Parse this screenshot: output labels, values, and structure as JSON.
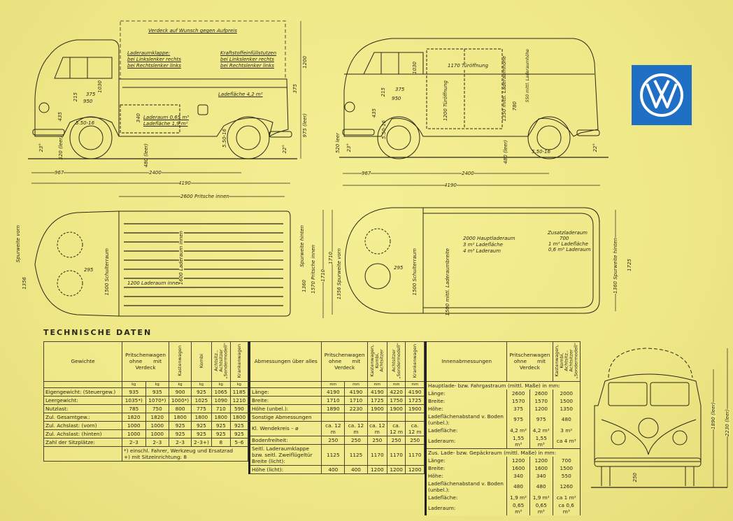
{
  "pickup_side": {
    "verdeck_note": "Verdeck auf Wunsch gegen Aufpreis",
    "laderaumklappe": [
      "Laderaumklappe:",
      "bei Linkslenker rechts",
      "bei Rechtslenker links"
    ],
    "kraftstoff": [
      "Kraftstoffeinfüllstutzen",
      "bei Linkslenker rechts",
      "bei Rechtslenker links"
    ],
    "ladeflaeche": "Ladefläche 4,2 m²",
    "laderaum_box": [
      "Laderaum 0,65 m³",
      "Ladefläche 1,9 m²"
    ],
    "dims": {
      "d340": "340",
      "d1030": "1030",
      "d375a": "375",
      "d950": "950",
      "d215": "215",
      "d435": "435",
      "d1200": "1200",
      "d375": "375",
      "d975": "975 (leer)",
      "d520": "520 (leer)",
      "d480": "480 (leer)",
      "tyre1": "5.50-16",
      "tyre2": "5.50-16",
      "a23": "23°",
      "a22": "22°",
      "d967": "967",
      "d2400": "2400",
      "d4190": "4190"
    }
  },
  "van_side": {
    "tuer_w": "1170 Türöffnung",
    "tuer_h": "1200 Türöffnung",
    "lade_h": "1350 mittl. Laderaumhöhe",
    "d550": "550 mittl. Laderaumhöhe",
    "d780": "780",
    "d375": "375",
    "d950": "950",
    "d215": "215",
    "d435": "435",
    "d1030": "1030",
    "d520": "520 leer",
    "d480": "480 (leer)",
    "tyre1": "5.50-16",
    "tyre2": "5.50-16",
    "a23": "23°",
    "a22": "22°",
    "d967": "967",
    "d2400": "2400",
    "d4190": "4190"
  },
  "pickup_top": {
    "pritsche": "2600 Pritsche innen",
    "spur_vorn": "Spurweite vorn",
    "d1356": "1356",
    "d295": "295",
    "schulter": "1500 Schulterraum",
    "laderaum_l": "1200 Laderaum innen",
    "laderaum_b": "1600 Laderaum innen",
    "spur_hinten": "Spurweite hinten",
    "d1360": "1360",
    "pritsche_b": "1570 Pritsche innen",
    "d1710": "1710"
  },
  "van_top": {
    "d1710": "1710",
    "spur_vorn": "1356 Spurweite vorn",
    "d295": "295",
    "schulter": "1500 Schulterraum",
    "lade_b": "1500 mittl. Laderaumbreite",
    "haupt": [
      "2000 Hauptladeraum",
      "3 m² Ladefläche",
      "4 m³ Laderaum"
    ],
    "zusatz": [
      "Zusatzladeraum",
      "700",
      "1 m² Ladefläche",
      "0,6 m³ Laderaum"
    ],
    "spur_hinten": "1360 Spurweite hinten",
    "d1725": "1725"
  },
  "front_view": {
    "d1890": "1890 (leer)",
    "d2230": "2230 (leer)",
    "d250": "250"
  },
  "logo": {
    "text": "VW",
    "color": "#1f6fc4"
  },
  "technische_daten": {
    "title": "TECHNISCHE DATEN",
    "gewichte": {
      "header": "Gewichte",
      "group": [
        "Pritschenwagen",
        "ohne",
        "mit",
        "Verdeck"
      ],
      "cols": [
        "Kastenwagen",
        "Kombi",
        "Achtsitz., Achtsitzer „Sondermodell“",
        "Krankenwagen"
      ],
      "unit": "kg",
      "rows": [
        {
          "label": "Eigengewicht: (Steuergew.)",
          "values": [
            "935",
            "935",
            "900",
            "925",
            "1065",
            "1185"
          ]
        },
        {
          "label": "Leergewicht:",
          "values": [
            "1035*)",
            "1070*)",
            "1000*)",
            "1025",
            "1090",
            "1210"
          ]
        },
        {
          "label": "Nutzlast:",
          "values": [
            "785",
            "750",
            "800",
            "775",
            "710",
            "590"
          ]
        },
        {
          "label": "Zul. Gesamtgew.:",
          "values": [
            "1820",
            "1820",
            "1800",
            "1800",
            "1800",
            "1800"
          ]
        },
        {
          "label": "Zul. Achslast: (vorn)",
          "values": [
            "1000",
            "1000",
            "925",
            "925",
            "925",
            "925"
          ]
        },
        {
          "label": "Zul. Achslast: (hinten)",
          "values": [
            "1000",
            "1000",
            "925",
            "925",
            "925",
            "925"
          ]
        },
        {
          "label": "Zahl der Sitzplätze:",
          "values": [
            "2–3",
            "2–3",
            "2–3",
            "2–3+)",
            "8",
            "5–6"
          ]
        }
      ],
      "footnotes": [
        "*) einschl. Fahrer, Werkzeug und Ersatzrad",
        "+) mit Sitzeinrichtung: 8"
      ]
    },
    "abmessungen": {
      "header": "Abmessungen über alles",
      "group": [
        "Pritschenwagen",
        "ohne",
        "mit",
        "Verdeck"
      ],
      "cols": [
        "Kastenwagen, Kombi, Achtsitzer",
        "Achtsitzer „Sondermodell“",
        "Krankenwagen"
      ],
      "unit": "mm",
      "rows": [
        {
          "label": "Länge:",
          "values": [
            "4190",
            "4190",
            "4190",
            "4220",
            "4190"
          ]
        },
        {
          "label": "Breite:",
          "values": [
            "1710",
            "1710",
            "1725",
            "1750",
            "1725"
          ]
        },
        {
          "label": "Höhe (unbel.):",
          "values": [
            "1890",
            "2230",
            "1900",
            "1900",
            "1900"
          ]
        },
        {
          "label": "Sonstige Abmessungen",
          "values": [
            "",
            "",
            "",
            "",
            ""
          ]
        },
        {
          "label": "Kl. Wendekreis – ø",
          "values": [
            "ca. 12 m",
            "ca. 12 m",
            "ca. 12 m",
            "ca. 12 m",
            "ca. 12 m"
          ]
        },
        {
          "label": "Bodenfreiheit:",
          "values": [
            "250",
            "250",
            "250",
            "250",
            "250"
          ]
        },
        {
          "label": "Seitl. Laderaumklappe bzw. seitl. Zweiflügeltür Breite (licht):",
          "values": [
            "1125",
            "1125",
            "1170",
            "1170",
            "1170"
          ]
        },
        {
          "label": "Höhe (licht):",
          "values": [
            "400",
            "400",
            "1200",
            "1200",
            "1200"
          ]
        }
      ]
    },
    "innen": {
      "header": "Innenabmessungen",
      "group": [
        "Pritschenwagen",
        "ohne",
        "mit",
        "Verdeck"
      ],
      "cols": [
        "Kastenwagen, Kombi, Achtsitz., Achtsitzer „Sondermodell“"
      ],
      "sections": [
        {
          "title": "Hauptlade- bzw. Fahrgastraum (mittl. Maße) in mm:",
          "rows": [
            {
              "label": "Länge:",
              "values": [
                "2600",
                "2600",
                "2000"
              ]
            },
            {
              "label": "Breite:",
              "values": [
                "1570",
                "1570",
                "1500"
              ]
            },
            {
              "label": "Höhe:",
              "values": [
                "375",
                "1200",
                "1350"
              ]
            },
            {
              "label": "Ladeflächenabstand v. Boden (unbel.):",
              "values": [
                "975",
                "975",
                "480"
              ]
            },
            {
              "label": "Ladefläche:",
              "values": [
                "4,2 m²",
                "4,2 m²",
                "3 m²"
              ]
            },
            {
              "label": "Laderaum:",
              "values": [
                "1,55 m³",
                "1,55 m³",
                "ca 4 m³"
              ]
            }
          ]
        },
        {
          "title": "Zus. Lade- bzw. Gepäckraum (mittl. Maße) in mm:",
          "rows": [
            {
              "label": "Länge:",
              "values": [
                "1200",
                "1200",
                "700"
              ]
            },
            {
              "label": "Breite:",
              "values": [
                "1600",
                "1600",
                "1500"
              ]
            },
            {
              "label": "Höhe:",
              "values": [
                "340",
                "340",
                "550"
              ]
            },
            {
              "label": "Ladeflächenabstand v. Boden (unbel.):",
              "values": [
                "480",
                "480",
                "1260"
              ]
            },
            {
              "label": "Ladefläche:",
              "values": [
                "1,9 m²",
                "1,9 m²",
                "ca 1 m²"
              ]
            },
            {
              "label": "Laderaum:",
              "values": [
                "0,65 m³",
                "0,65 m³",
                "ca 0,6 m³"
              ]
            }
          ]
        }
      ]
    }
  }
}
